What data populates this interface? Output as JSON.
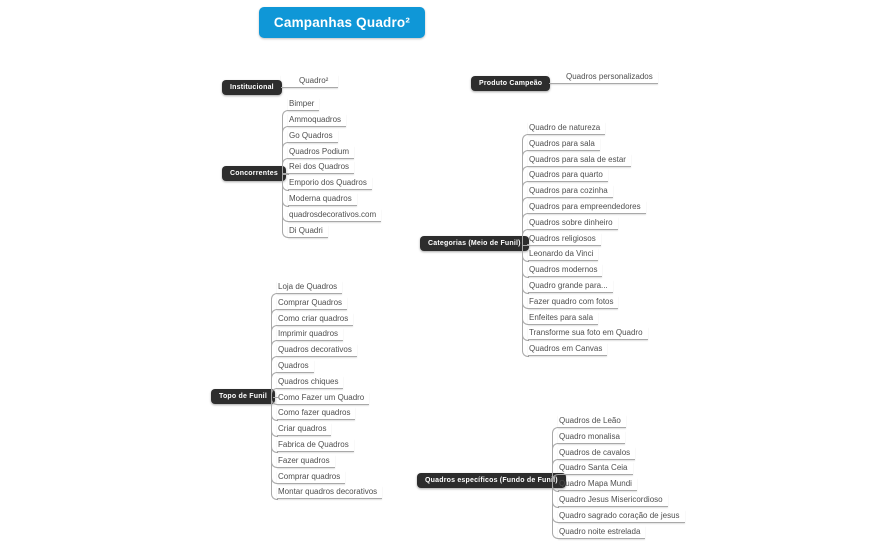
{
  "title": "Campanhas Quadro²",
  "colors": {
    "accent": "#0f97d7",
    "node": "#2d2d2d",
    "line": "#a9a9a9",
    "leaf_text": "#4f4f4f",
    "background": "#ffffff"
  },
  "branches": [
    {
      "id": "institucional",
      "label": "Institucional",
      "children": [
        "Quadro²"
      ]
    },
    {
      "id": "concorrentes",
      "label": "Concorrentes",
      "children": [
        "Bimper",
        "Ammoquadros",
        "Go Quadros",
        "Quadros Podium",
        "Rei dos Quadros",
        "Emporio dos Quadros",
        "Moderna quadros",
        "quadrosdecorativos.com",
        "Di Quadri"
      ]
    },
    {
      "id": "topo-de-funil",
      "label": "Topo de Funil",
      "children": [
        "Loja de Quadros",
        "Comprar Quadros",
        "Como criar quadros",
        "Imprimir quadros",
        "Quadros decorativos",
        "Quadros",
        "Quadros chiques",
        "Como Fazer um Quadro",
        "Como fazer quadros",
        "Criar quadros",
        "Fabrica de Quadros",
        "Fazer quadros",
        "Comprar quadros",
        "Montar quadros decorativos"
      ]
    },
    {
      "id": "produto-campeao",
      "label": "Produto Campeão",
      "children": [
        "Quadros personalizados"
      ]
    },
    {
      "id": "categorias-meio-de-funil",
      "label": "Categorias (Meio de Funil)",
      "children": [
        "Quadro de natureza",
        "Quadros para sala",
        "Quadros para sala de estar",
        "Quadros para quarto",
        "Quadros para cozinha",
        "Quadros para empreendedores",
        "Quadros sobre dinheiro",
        "Quadros religiosos",
        "Leonardo da Vinci",
        "Quadros modernos",
        "Quadro grande para...",
        "Fazer quadro com fotos",
        "Enfeites para sala",
        "Transforme sua foto em Quadro",
        "Quadros em Canvas"
      ]
    },
    {
      "id": "quadros-especificos-fundo-de-funil",
      "label": "Quadros específicos (Fundo de Funil)",
      "children": [
        "Quadros de Leão",
        "Quadro monalisa",
        "Quadros de cavalos",
        "Quadro Santa Ceia",
        "Quadro Mapa Mundi",
        "Quadro Jesus Misericordioso",
        "Quadro sagrado coração de jesus",
        "Quadro noite estrelada"
      ]
    }
  ]
}
